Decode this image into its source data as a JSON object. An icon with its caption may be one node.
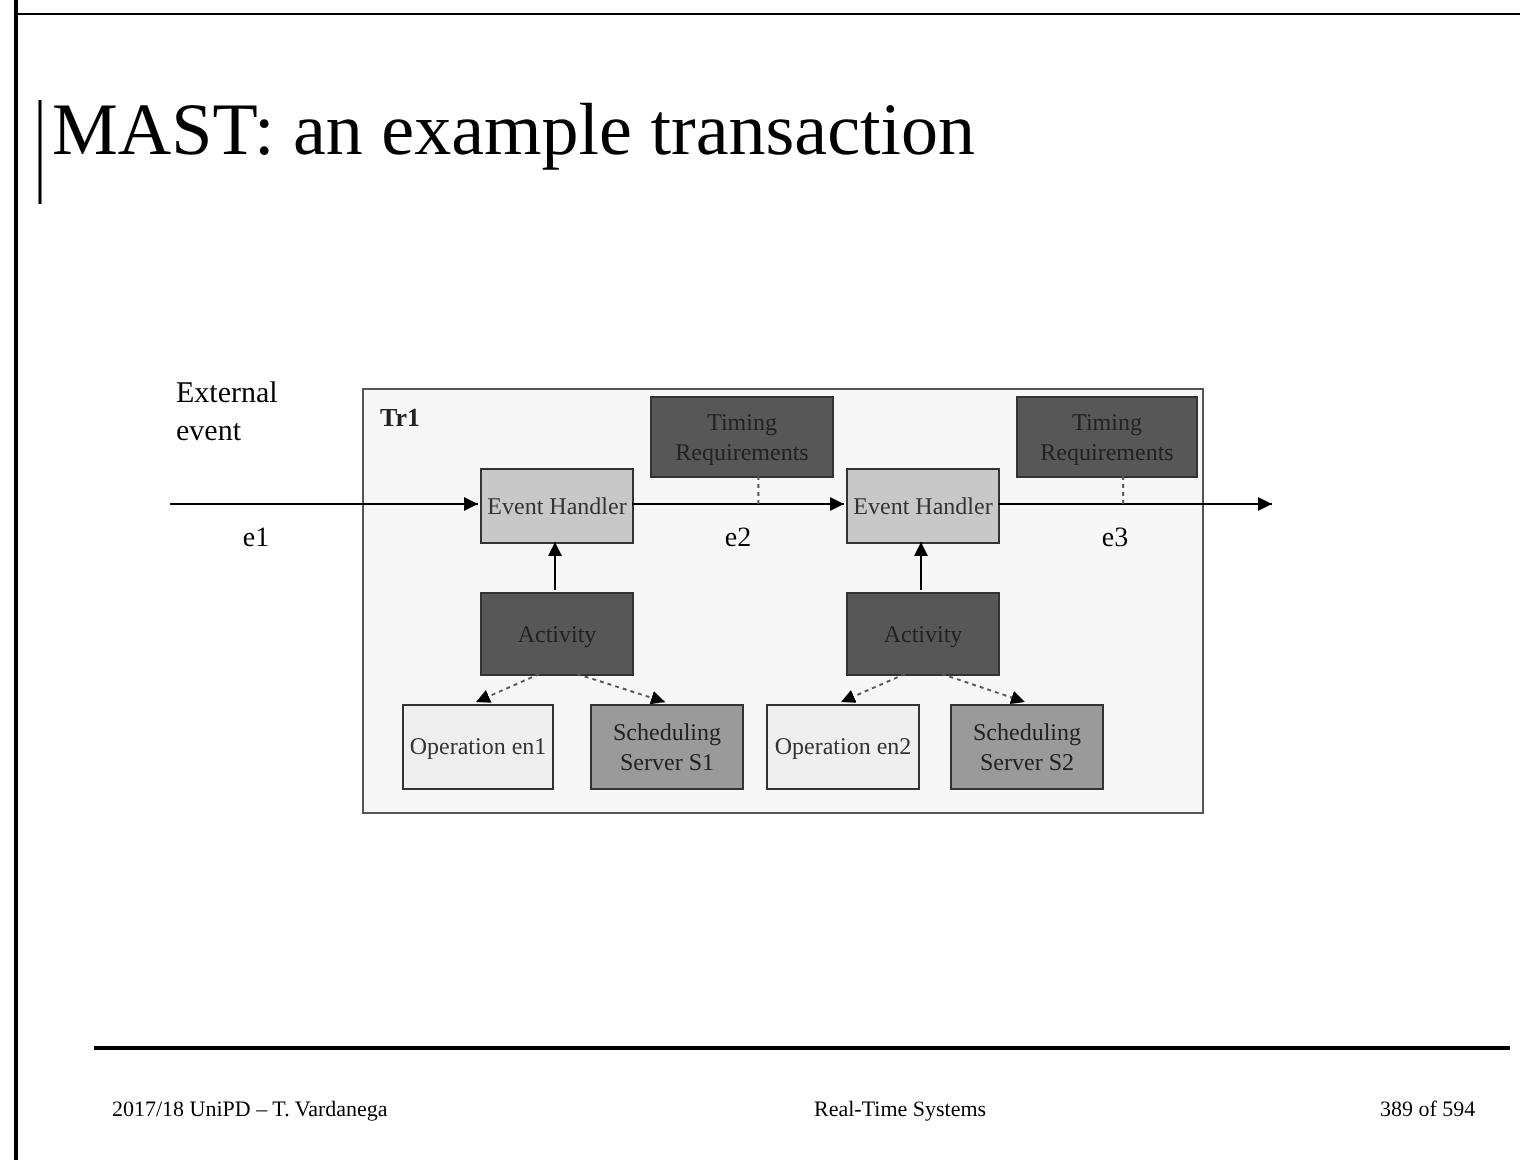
{
  "diagram": {
    "title": "MAST: an example transaction",
    "nodes": [
      {
        "text": [
          "Tr1"
        ]
      },
      {
        "text": [
          "Timing Requirements"
        ],
        "in": 0
      },
      {
        "text": [
          "Event Handler"
        ],
        "in": 0
      },
      {
        "text": [
          "Activity"
        ],
        "in": 0
      },
      {
        "text": [
          "Operation en1"
        ],
        "in": 0
      },
      {
        "text": [
          "Scheduling Server S1"
        ],
        "in": 0
      },
      {
        "text": [
          "Timing Requirements"
        ],
        "in": 0
      },
      {
        "text": [
          "Event Handler"
        ],
        "in": 0
      },
      {
        "text": [
          "Activity"
        ],
        "in": 0
      },
      {
        "text": [
          "Operation en2"
        ],
        "in": 0
      },
      {
        "text": [
          "Scheduling Server S2"
        ],
        "in": 0
      }
    ],
    "edges": [
      {
        "from": null,
        "to": 2,
        "arrow": "to",
        "label": "e1"
      },
      {
        "from": 2,
        "to": 7,
        "arrow": "to",
        "label": "e2"
      },
      {
        "from": 7,
        "to": null,
        "arrow": "to",
        "label": "e3"
      },
      {
        "from": 1,
        "to": null,
        "arrow": "none",
        "style": "dashed"
      },
      {
        "from": 6,
        "to": null,
        "arrow": "none",
        "style": "dashed"
      },
      {
        "from": 3,
        "to": 2,
        "arrow": "to"
      },
      {
        "from": 3,
        "to": 4,
        "arrow": "to",
        "style": "dashed"
      },
      {
        "from": 3,
        "to": 5,
        "arrow": "to",
        "style": "dashed"
      },
      {
        "from": 8,
        "to": 7,
        "arrow": "to"
      },
      {
        "from": 8,
        "to": 9,
        "arrow": "to",
        "style": "dashed"
      },
      {
        "from": 8,
        "to": 10,
        "arrow": "to",
        "style": "dashed"
      }
    ],
    "labels": [
      "External event",
      "2017/18 UniPD – T. Vardanega",
      "Real-Time Systems",
      "389 of 594"
    ]
  }
}
